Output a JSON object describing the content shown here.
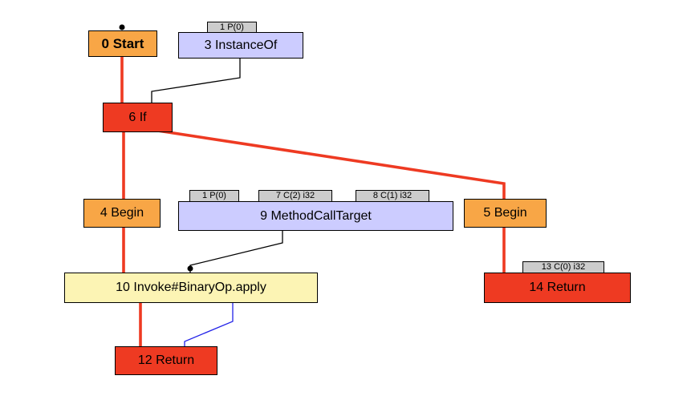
{
  "diagram": {
    "kind": "compiler-ir-graph",
    "nodes": {
      "start": {
        "label": "0 Start"
      },
      "instance_of": {
        "label": "3 InstanceOf",
        "ports": [
          "1 P(0)"
        ]
      },
      "if": {
        "label": "6 If"
      },
      "begin_4": {
        "label": "4 Begin"
      },
      "method_call_target": {
        "label": "9 MethodCallTarget",
        "ports": [
          "1 P(0)",
          "7 C(2) i32",
          "8 C(1) i32"
        ]
      },
      "begin_5": {
        "label": "5 Begin"
      },
      "invoke": {
        "label": "10 Invoke#BinaryOp.apply"
      },
      "return_14": {
        "label": "14 Return",
        "ports": [
          "13 C(0) i32"
        ]
      },
      "return_12": {
        "label": "12 Return"
      }
    },
    "edges": [
      {
        "from": "0 Start",
        "to": "6 If",
        "color": "red"
      },
      {
        "from": "3 InstanceOf",
        "to": "6 If",
        "color": "black"
      },
      {
        "from": "6 If",
        "to": "4 Begin",
        "color": "red"
      },
      {
        "from": "6 If",
        "to": "5 Begin",
        "color": "red"
      },
      {
        "from": "4 Begin",
        "to": "10 Invoke#BinaryOp.apply",
        "color": "red"
      },
      {
        "from": "9 MethodCallTarget",
        "to": "10 Invoke#BinaryOp.apply",
        "color": "black"
      },
      {
        "from": "5 Begin",
        "to": "14 Return",
        "color": "red"
      },
      {
        "from": "10 Invoke#BinaryOp.apply",
        "to": "12 Return",
        "color": "red"
      },
      {
        "from": "10 Invoke#BinaryOp.apply",
        "to": "12 Return",
        "color": "blue"
      }
    ],
    "colors": {
      "control_orange": "#f8a646",
      "node_red": "#ee3a22",
      "node_lavender": "#ccccff",
      "node_yellow": "#fcf4b4",
      "port_gray": "#cccccc",
      "edge_red": "#ee3a22",
      "edge_black": "#000000",
      "edge_blue": "#2222e8"
    }
  }
}
